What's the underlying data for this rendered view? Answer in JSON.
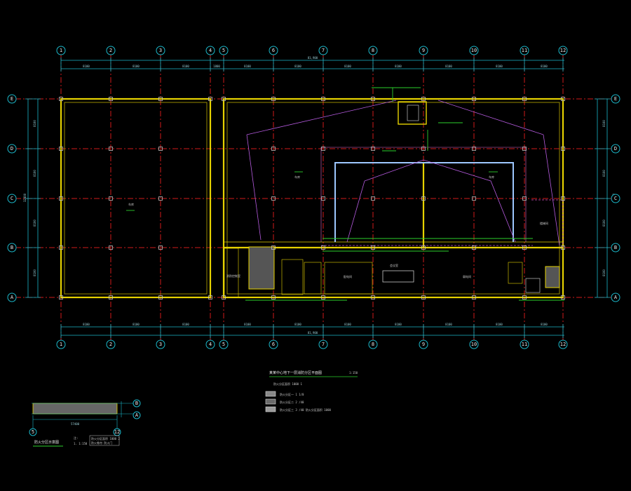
{
  "axes_top": [
    "1",
    "2",
    "3",
    "4",
    "5",
    "6",
    "7",
    "8",
    "9",
    "10",
    "11",
    "12"
  ],
  "axes_side": [
    "E",
    "D",
    "C",
    "B",
    "A"
  ],
  "top_dims": [
    "8100",
    "8100",
    "8100",
    "1800",
    "8100",
    "8100",
    "8100",
    "8100",
    "8100",
    "8100",
    "8100"
  ],
  "overall_dim": "81,900",
  "side_dims_left": [
    "8100",
    "8100",
    "8100",
    "8100"
  ],
  "side_overall": "32400",
  "drawing_title": "某某中心地下一层消防分区平面图",
  "drawing_scale": "1:150",
  "legend_heading": "防火分区面积 1000 1",
  "legend_items": [
    "防火分区一 1 1/0",
    "防火分区二 2 /40",
    "防火分区三 3 /40 防火分区面积 1000"
  ],
  "key_plan_title": "防火分区示意图",
  "key_plan_dim": "57400",
  "key_plan_axes": [
    "5",
    "12",
    "B",
    "A"
  ],
  "notes": [
    "注:",
    "1. 1:150"
  ],
  "notes_box": [
    "防火分区面积 1000 2",
    "防火卷帘 防火门"
  ],
  "room_labels": [
    "车库",
    "消防控制室",
    "会议室",
    "配电间",
    "弱电间",
    "楼梯间"
  ]
}
